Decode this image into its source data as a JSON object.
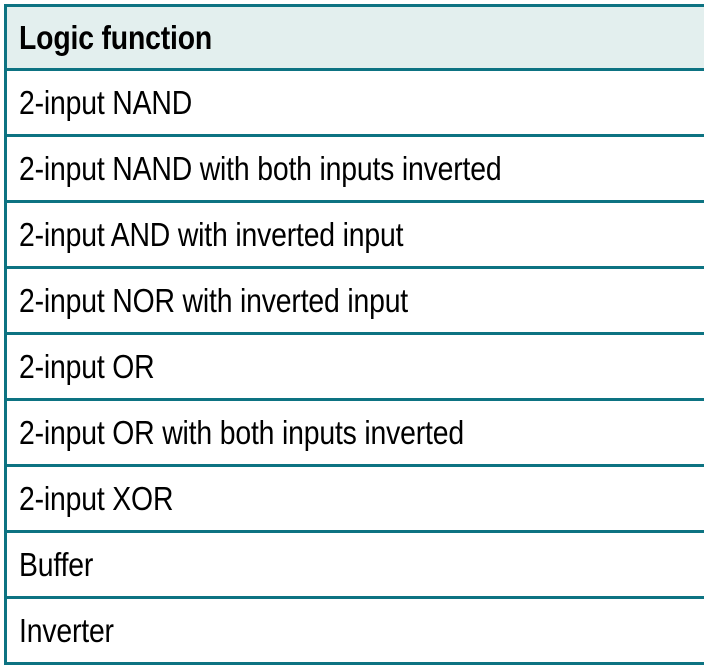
{
  "table": {
    "header": {
      "column_label": "Logic function"
    },
    "rows": [
      {
        "logic_function": "2-input NAND"
      },
      {
        "logic_function": "2-input NAND with both inputs inverted"
      },
      {
        "logic_function": "2-input AND with inverted input"
      },
      {
        "logic_function": "2-input NOR with inverted input"
      },
      {
        "logic_function": "2-input OR"
      },
      {
        "logic_function": "2-input OR with both inputs inverted"
      },
      {
        "logic_function": "2-input XOR"
      },
      {
        "logic_function": "Buffer"
      },
      {
        "logic_function": "Inverter"
      }
    ],
    "colors": {
      "border": "#0d7382",
      "header_background": "#e3efee",
      "row_background": "#ffffff",
      "text": "#000000"
    }
  }
}
